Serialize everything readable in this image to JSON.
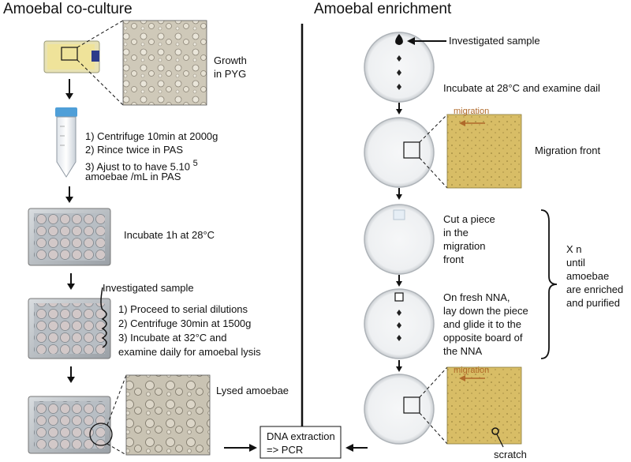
{
  "left": {
    "title": "Amoebal co-culture",
    "growth": [
      "Growth",
      "in PYG"
    ],
    "centrifuge_steps": [
      "1) Centrifuge 10min at 2000g",
      "2) Rince twice in PAS",
      "3) Ajust to to have 5.10"
    ],
    "centrifuge_sup": "5",
    "centrifuge_tail": "amoebae /mL in PAS",
    "incubate_1h": "Incubate 1h at 28°C",
    "investigated": "Investigated sample",
    "dilution_steps": [
      "1) Proceed to serial dilutions",
      "2) Centrifuge 30min at 1500g",
      "3) Incubate at 32°C and",
      "examine daily for amoebal lysis"
    ],
    "lysed": "Lysed amoebae"
  },
  "right": {
    "title": "Amoebal enrichment",
    "investigated": "Investigated sample",
    "incubate": "Incubate at 28°C and examine dail",
    "migration_label_1": "migration",
    "migration_front": "Migration front",
    "cut": [
      "Cut a piece",
      "in the",
      "migration",
      "front"
    ],
    "fresh": [
      "On fresh NNA,",
      "lay down the piece",
      "and glide it to the",
      "opposite board of",
      "the NNA"
    ],
    "repeat": [
      "X n",
      "until",
      "amoebae",
      "are enriched",
      "and purified"
    ],
    "migration_label_2": "migration",
    "scratch": "scratch"
  },
  "bottom": {
    "dna": [
      "DNA extraction",
      "=> PCR"
    ]
  },
  "colors": {
    "migration_text": "#b06a2a",
    "micrograph_yellow": "#d9c06a",
    "micrograph_grey": "#cdc7b8"
  }
}
